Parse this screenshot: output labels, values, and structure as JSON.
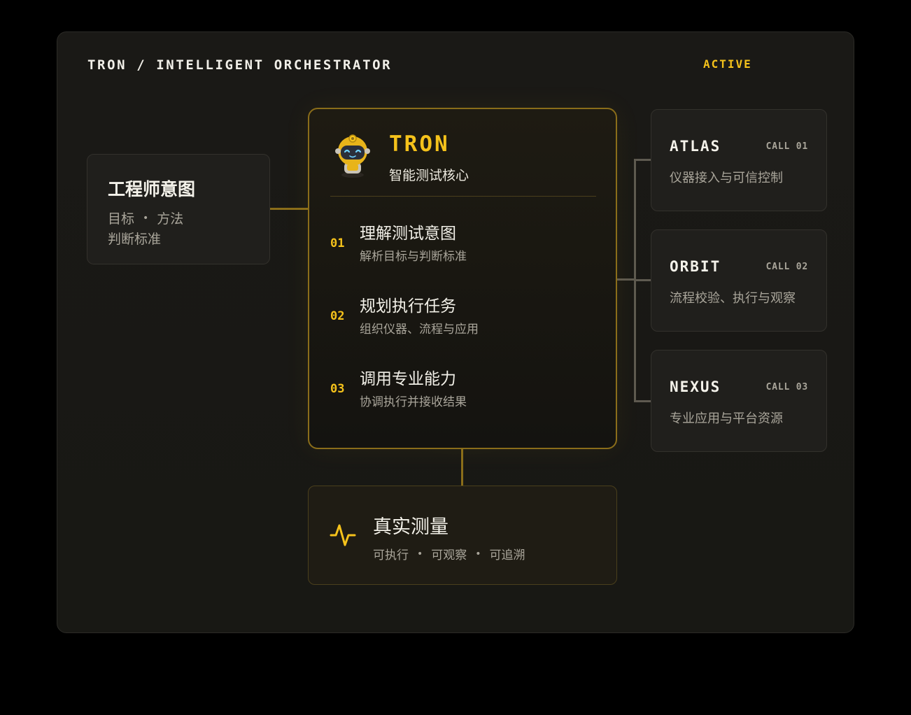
{
  "header": {
    "title": "TRON / INTELLIGENT ORCHESTRATOR",
    "status": "ACTIVE"
  },
  "intent": {
    "title": "工程师意图",
    "methods": [
      "目标",
      "方法"
    ],
    "separator": "•",
    "criteria": "判断标准"
  },
  "core": {
    "name": "TRON",
    "subtitle": "智能测试核心",
    "steps": [
      {
        "num": "01",
        "title": "理解测试意图",
        "desc": "解析目标与判断标准"
      },
      {
        "num": "02",
        "title": "规划执行任务",
        "desc": "组织仪器、流程与应用"
      },
      {
        "num": "03",
        "title": "调用专业能力",
        "desc": "协调执行并接收结果"
      }
    ]
  },
  "measure": {
    "title": "真实测量",
    "props": [
      "可执行",
      "可观察",
      "可追溯"
    ],
    "separator": "•"
  },
  "agents": [
    {
      "name": "ATLAS",
      "call": "CALL 01",
      "desc": "仪器接入与可信控制"
    },
    {
      "name": "ORBIT",
      "call": "CALL 02",
      "desc": "流程校验、执行与观察"
    },
    {
      "name": "NEXUS",
      "call": "CALL 03",
      "desc": "专业应用与平台资源"
    }
  ],
  "colors": {
    "accent": "#f5c21b",
    "background": "#000000",
    "panel": "#1a1916",
    "muted_text": "#a9a59a"
  },
  "icons": {
    "core_avatar": "robot-icon",
    "measure": "pulse-icon"
  }
}
